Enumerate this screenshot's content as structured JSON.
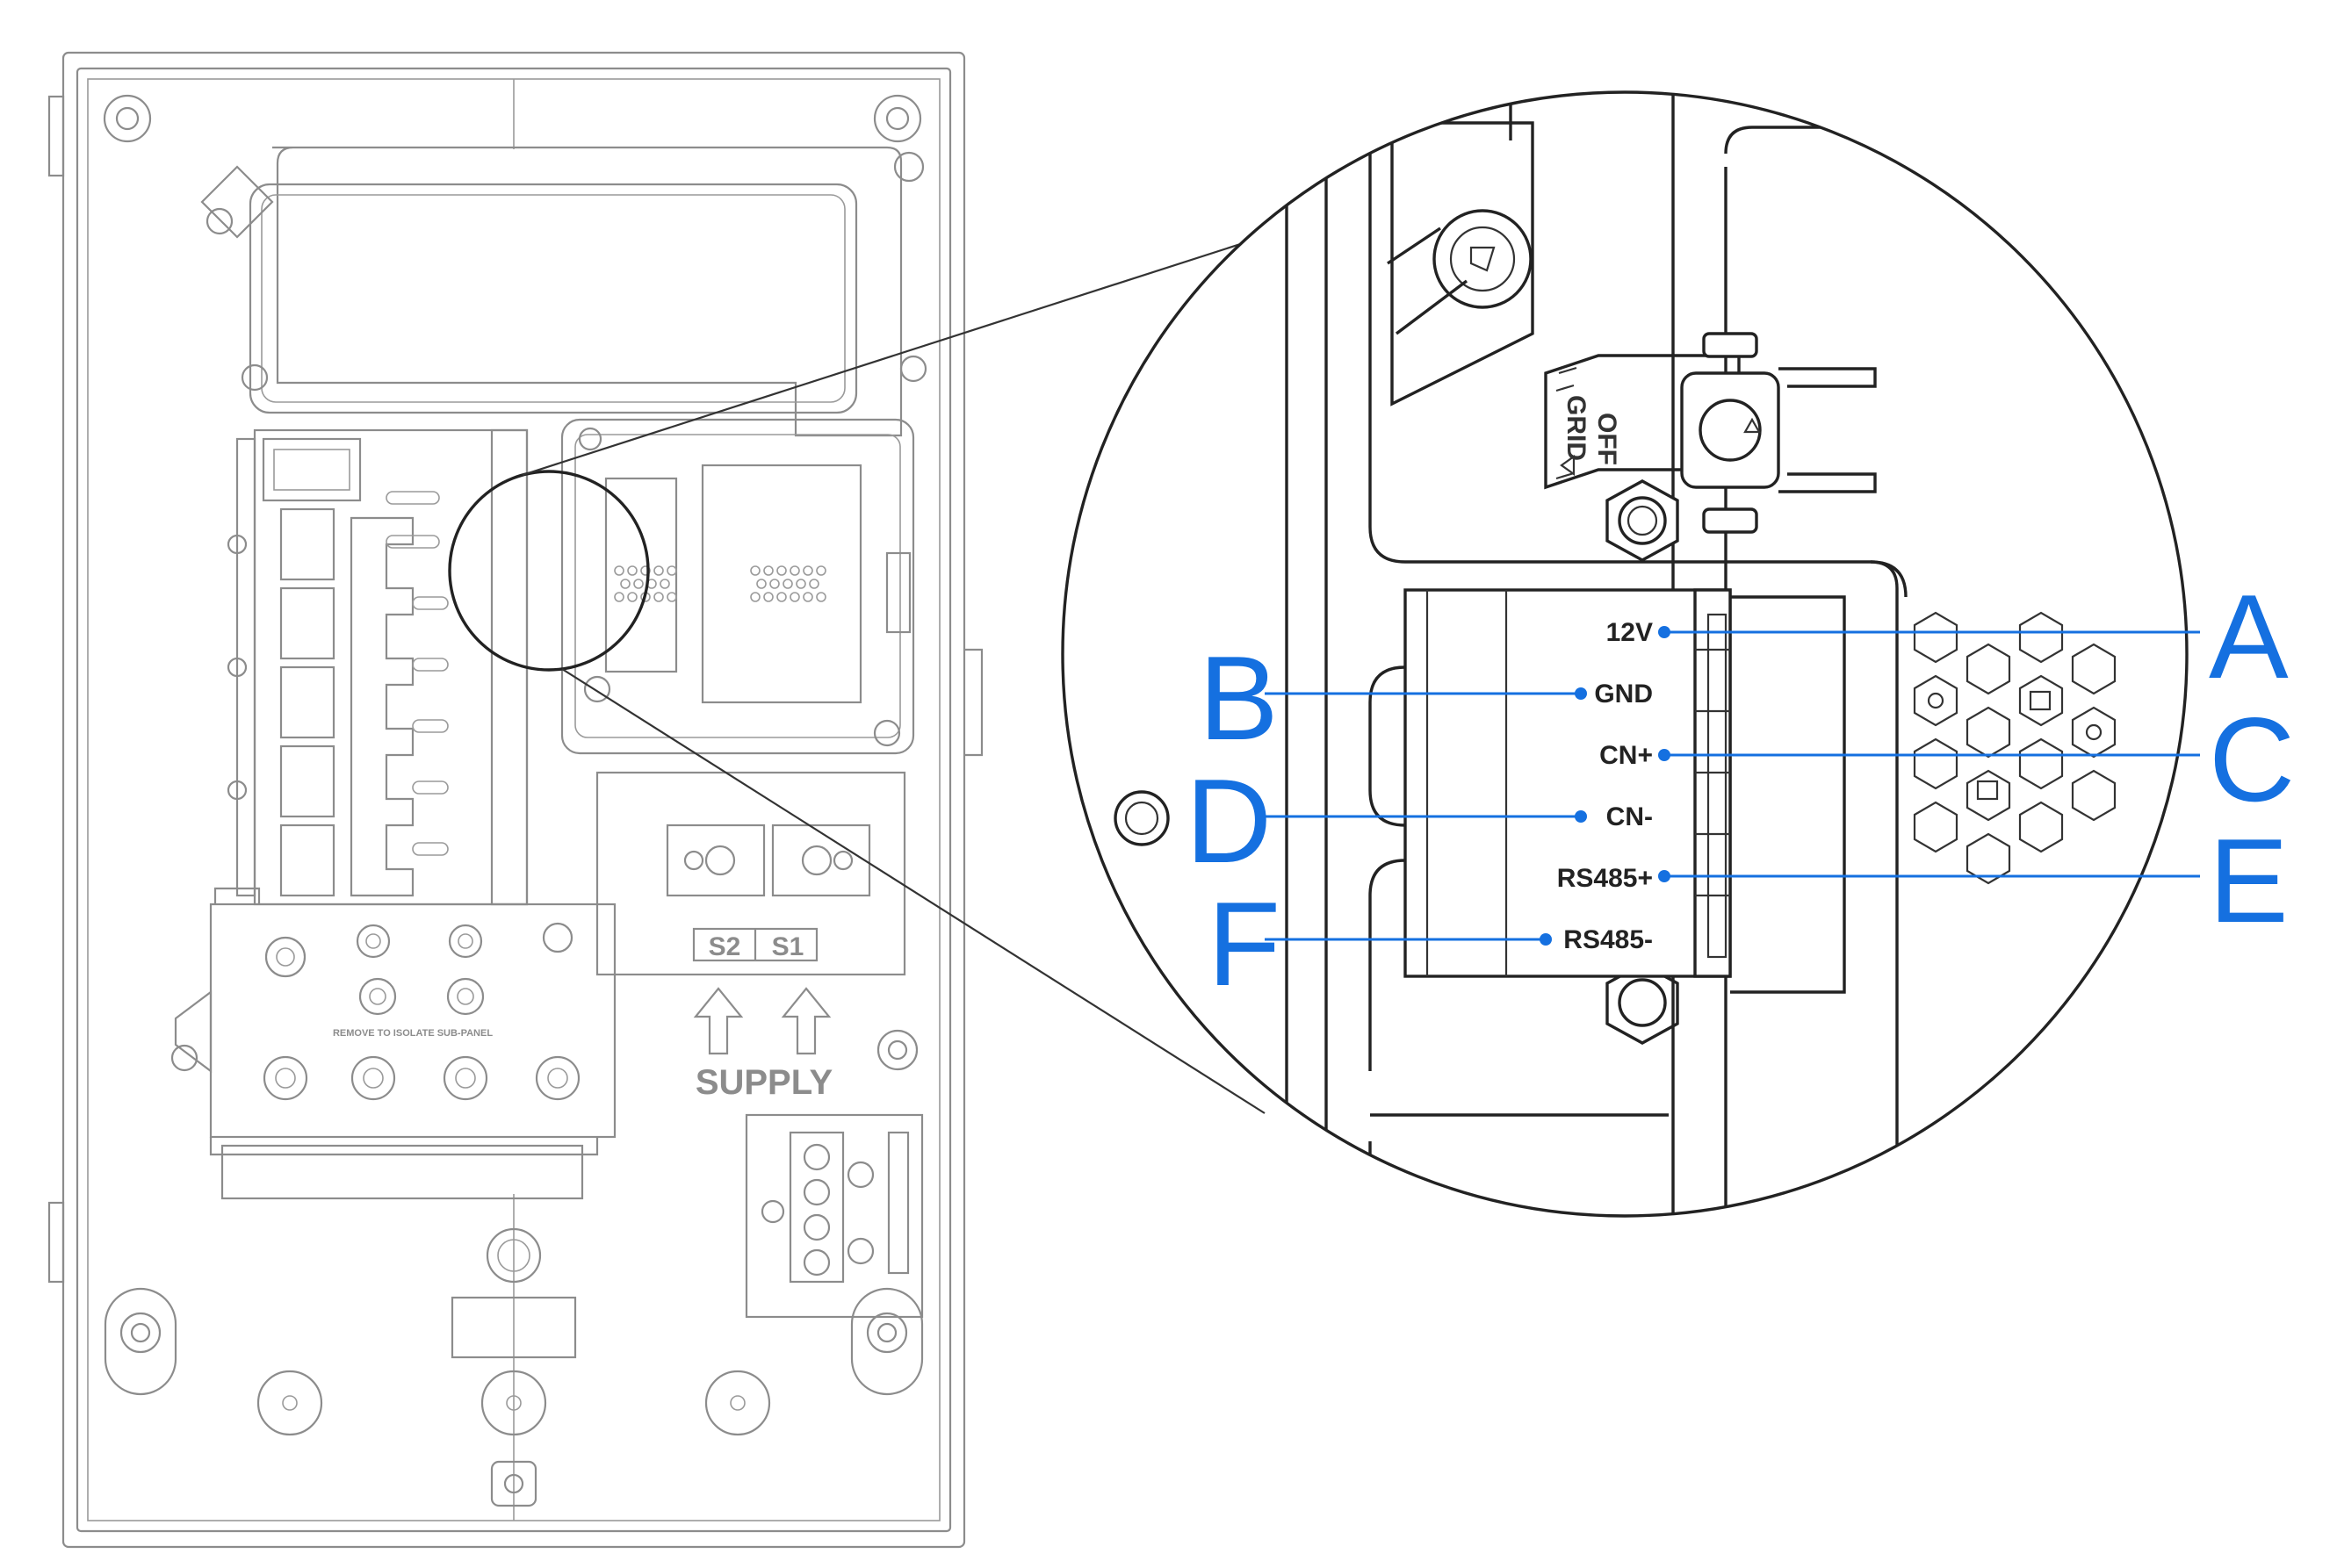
{
  "panel": {
    "supply_label": "SUPPLY",
    "terminal_s2": "S2",
    "terminal_s1": "S1",
    "isolate_label": "REMOVE TO ISOLATE SUB-PANEL"
  },
  "zoom": {
    "switch_off": "OFF",
    "switch_grid": "GRID"
  },
  "connector": {
    "pins": [
      {
        "label": "12V",
        "callout": "A"
      },
      {
        "label": "GND",
        "callout": "B"
      },
      {
        "label": "CN+",
        "callout": "C"
      },
      {
        "label": "CN-",
        "callout": "D"
      },
      {
        "label": "RS485+",
        "callout": "E"
      },
      {
        "label": "RS485-",
        "callout": "F"
      }
    ]
  },
  "colors": {
    "callout": "#1570e0",
    "outline": "#222222",
    "panel_lines": "#8c8c8c"
  }
}
